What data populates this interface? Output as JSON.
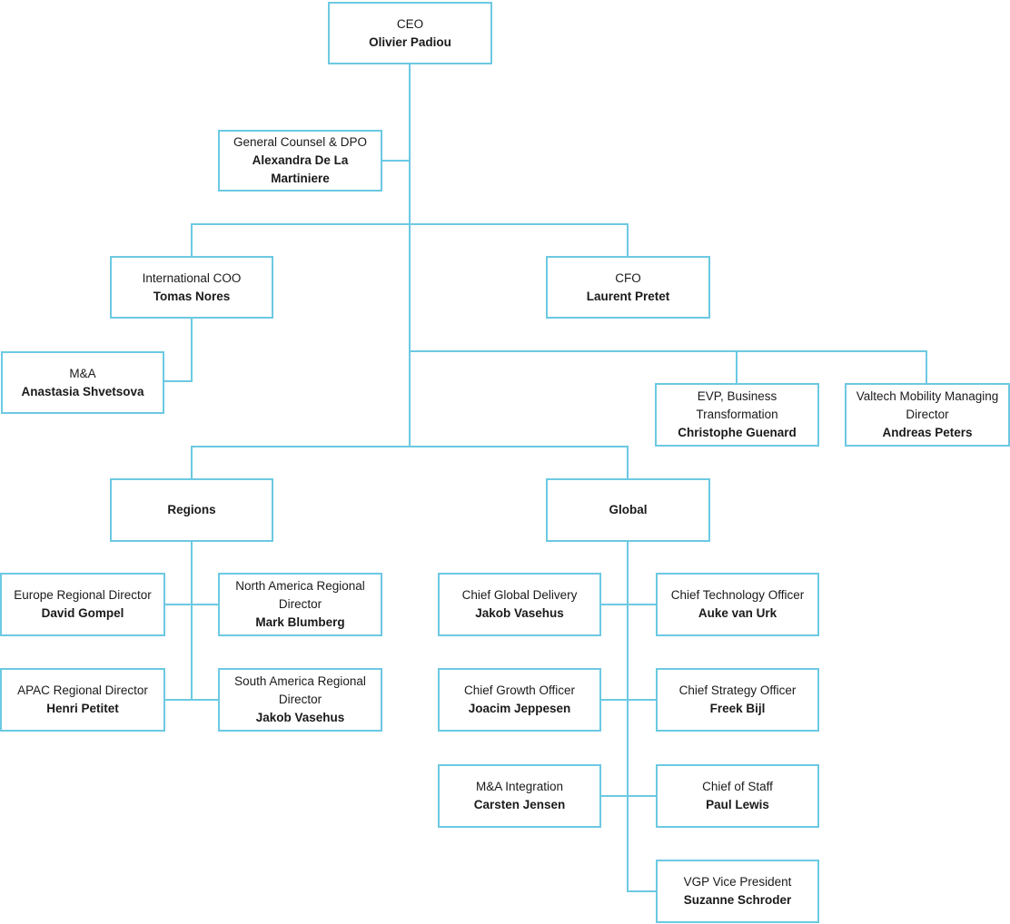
{
  "diagram": {
    "type": "org-chart",
    "accent_color": "#6cc9e2",
    "text_color": "#1a1a1a",
    "nodes": [
      {
        "id": "ceo",
        "title": "CEO",
        "name": "Olivier Padiou",
        "reports_to": null
      },
      {
        "id": "general-counsel",
        "title": "General Counsel & DPO",
        "name": "Alexandra De La Martiniere",
        "reports_to": "ceo"
      },
      {
        "id": "international-coo",
        "title": "International COO",
        "name": "Tomas Nores",
        "reports_to": "ceo"
      },
      {
        "id": "cfo",
        "title": "CFO",
        "name": "Laurent Pretet",
        "reports_to": "ceo"
      },
      {
        "id": "ma",
        "title": "M&A",
        "name": "Anastasia Shvetsova",
        "reports_to": "international-coo"
      },
      {
        "id": "evp-business-transformation",
        "title": "EVP, Business Transformation",
        "name": "Christophe Guenard",
        "reports_to": "ceo"
      },
      {
        "id": "valtech-mobility-md",
        "title": "Valtech Mobility Managing Director",
        "name": "Andreas Peters",
        "reports_to": "ceo"
      },
      {
        "id": "regions",
        "title": "Regions",
        "name": "",
        "reports_to": "ceo"
      },
      {
        "id": "global",
        "title": "Global",
        "name": "",
        "reports_to": "ceo"
      },
      {
        "id": "europe-rd",
        "title": "Europe Regional Director",
        "name": "David Gompel",
        "reports_to": "regions"
      },
      {
        "id": "north-america-rd",
        "title": "North America Regional Director",
        "name": "Mark Blumberg",
        "reports_to": "regions"
      },
      {
        "id": "apac-rd",
        "title": "APAC Regional Director",
        "name": "Henri Petitet",
        "reports_to": "regions"
      },
      {
        "id": "south-america-rd",
        "title": "South America Regional Director",
        "name": "Jakob Vasehus",
        "reports_to": "regions"
      },
      {
        "id": "chief-global-delivery",
        "title": "Chief Global Delivery",
        "name": "Jakob Vasehus",
        "reports_to": "global"
      },
      {
        "id": "cto",
        "title": "Chief Technology Officer",
        "name": "Auke van Urk",
        "reports_to": "global"
      },
      {
        "id": "chief-growth-officer",
        "title": "Chief Growth Officer",
        "name": "Joacim Jeppesen",
        "reports_to": "global"
      },
      {
        "id": "chief-strategy-officer",
        "title": "Chief Strategy Officer",
        "name": "Freek Bijl",
        "reports_to": "global"
      },
      {
        "id": "ma-integration",
        "title": "M&A Integration",
        "name": "Carsten Jensen",
        "reports_to": "global"
      },
      {
        "id": "chief-of-staff",
        "title": "Chief of Staff",
        "name": "Paul Lewis",
        "reports_to": "global"
      },
      {
        "id": "vgp-vice-president",
        "title": "VGP Vice President",
        "name": "Suzanne Schroder",
        "reports_to": "global"
      }
    ]
  }
}
